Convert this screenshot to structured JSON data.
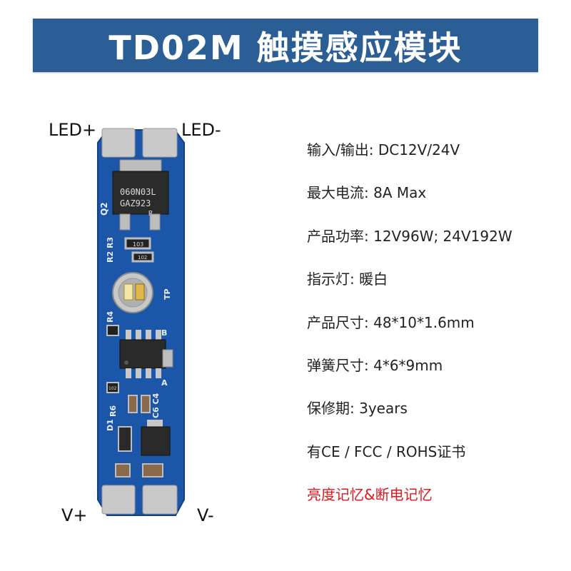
{
  "banner": {
    "title": "TD02M 触摸感应模块"
  },
  "pins": {
    "led_plus": "LED+",
    "led_minus": "LED-",
    "v_plus": "V+",
    "v_minus": "V-"
  },
  "board": {
    "mosfet_line1": "060N03L",
    "mosfet_line2": "GAZ923",
    "mosfet_mark": "R",
    "silk": {
      "q2": "Q2",
      "r2r3": "R2 R3",
      "r4": "R4",
      "tp": "TP",
      "r6": "R6",
      "c6c4": "C6 C4",
      "d1": "D1",
      "a": "A",
      "b": "B"
    },
    "resistors": [
      "103",
      "102",
      "102"
    ],
    "colors": {
      "pcb": "#1b56a8",
      "pad": "#c8c8c8",
      "chip": "#2a2a2a"
    }
  },
  "specs": [
    {
      "text": "输入/输出: DC12V/24V",
      "highlight": false
    },
    {
      "text": "最大电流: 8A Max",
      "highlight": false
    },
    {
      "text": "产品功率: 12V96W; 24V192W",
      "highlight": false
    },
    {
      "text": "指示灯: 暖白",
      "highlight": false
    },
    {
      "text": "产品尺寸: 48*10*1.6mm",
      "highlight": false
    },
    {
      "text": "弹簧尺寸: 4*6*9mm",
      "highlight": false
    },
    {
      "text": "保修期: 3years",
      "highlight": false
    },
    {
      "text": "有CE / FCC / ROHS证书",
      "highlight": false
    },
    {
      "text": "亮度记忆&断电记忆",
      "highlight": true
    }
  ]
}
